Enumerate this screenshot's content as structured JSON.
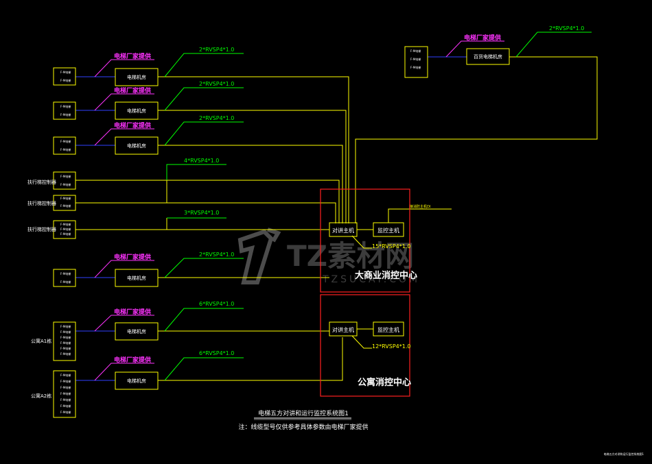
{
  "colors": {
    "background": "#000000",
    "cable": "#ffff00",
    "leader": "#00ff00",
    "supplier_note": "#ff33ff",
    "frame": "#ff2020",
    "text": "#ffffff",
    "blue_link": "#3040ff"
  },
  "watermark": {
    "brand": "TZ素材网",
    "url": "TZSUCAI.COM"
  },
  "supplier_note": "电梯厂家提供",
  "machine_room": "电梯机房",
  "floor_label": "F-M电梯",
  "groups": [
    {
      "cable": "2*RVSP4*1.0"
    },
    {
      "cable": "2*RVSP4*1.0"
    },
    {
      "cable": "2*RVSP4*1.0"
    },
    {
      "cable": "2*RVSP4*1.0"
    },
    {
      "cable": "6*RVSP4*1.0"
    },
    {
      "cable": "6*RVSP4*1.0"
    }
  ],
  "escalators": {
    "label": "扶行梯控制器",
    "cable_a": "4*RVSP4*1.0",
    "cable_b": "3*RVSP4*1.0"
  },
  "top_right": {
    "machine_room": "百货电梯机房",
    "cable": "2*RVSP4*1.0"
  },
  "apartments": {
    "label_a": "公寓A1栋",
    "label_b": "公寓A2栋"
  },
  "center_commercial": {
    "intercom": "对讲主机",
    "monitor": "监控主机",
    "title": "大商业消控中心",
    "cable": "15*RVSP4*1.0",
    "link_note": "接消防主机DI"
  },
  "center_apartment": {
    "intercom": "对讲主机",
    "monitor": "监控主机",
    "title": "公寓消控中心",
    "cable": "12*RVSP4*1.0"
  },
  "footer": {
    "title": "电梯五方对讲和运行监控系统图1",
    "note": "注：线缆型号仅供参考具体参数由电梯厂家提供",
    "corner": "电梯五方对讲和运行监控系统图1"
  }
}
